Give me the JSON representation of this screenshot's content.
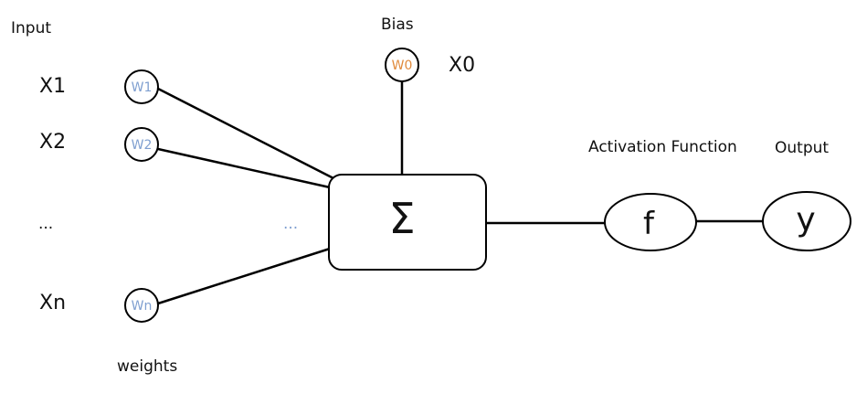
{
  "labels": {
    "input": "Input",
    "bias": "Bias",
    "weights": "weights",
    "activation_function": "Activation Function",
    "output": "Output"
  },
  "inputs": {
    "x1": "X1",
    "x2": "X2",
    "ellipsis": "...",
    "xn": "Xn",
    "x0": "X0"
  },
  "weights": {
    "w0": "W0",
    "w1": "W1",
    "w2": "W2",
    "wn": "Wn",
    "ellipsis": "..."
  },
  "nodes": {
    "sum_symbol": "Σ",
    "activation_symbol": "f",
    "output_symbol": "y"
  },
  "colors": {
    "weight_text": "#7f9fd0",
    "bias_weight_text": "#e08a3c",
    "line": "#000000",
    "text": "#111111"
  }
}
